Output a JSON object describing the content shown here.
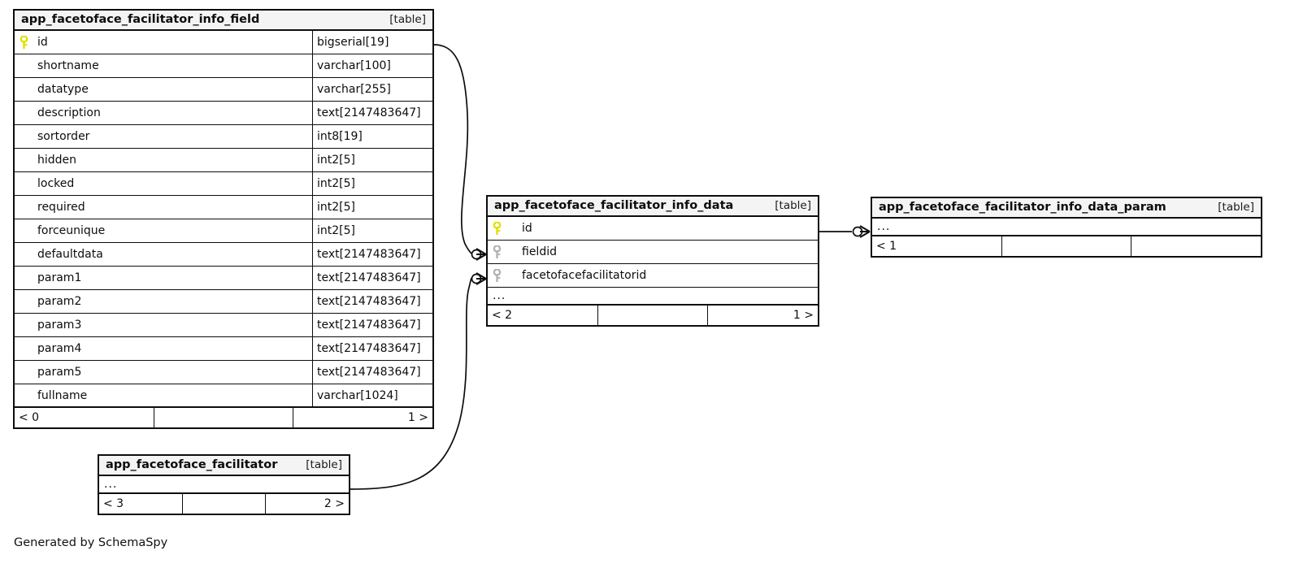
{
  "diagram": {
    "caption": "Generated by SchemaSpy",
    "table_tag": "[table]",
    "ellipsis": "...",
    "key_icon_primary": "key-icon-primary",
    "key_icon_foreign": "key-icon-foreign"
  },
  "tables": {
    "info_field": {
      "name": "app_facetoface_facilitator_info_field",
      "tag": "[table]",
      "columns": [
        {
          "key": "primary",
          "name": "id",
          "type": "bigserial[19]"
        },
        {
          "key": "none",
          "name": "shortname",
          "type": "varchar[100]"
        },
        {
          "key": "none",
          "name": "datatype",
          "type": "varchar[255]"
        },
        {
          "key": "none",
          "name": "description",
          "type": "text[2147483647]"
        },
        {
          "key": "none",
          "name": "sortorder",
          "type": "int8[19]"
        },
        {
          "key": "none",
          "name": "hidden",
          "type": "int2[5]"
        },
        {
          "key": "none",
          "name": "locked",
          "type": "int2[5]"
        },
        {
          "key": "none",
          "name": "required",
          "type": "int2[5]"
        },
        {
          "key": "none",
          "name": "forceunique",
          "type": "int2[5]"
        },
        {
          "key": "none",
          "name": "defaultdata",
          "type": "text[2147483647]"
        },
        {
          "key": "none",
          "name": "param1",
          "type": "text[2147483647]"
        },
        {
          "key": "none",
          "name": "param2",
          "type": "text[2147483647]"
        },
        {
          "key": "none",
          "name": "param3",
          "type": "text[2147483647]"
        },
        {
          "key": "none",
          "name": "param4",
          "type": "text[2147483647]"
        },
        {
          "key": "none",
          "name": "param5",
          "type": "text[2147483647]"
        },
        {
          "key": "none",
          "name": "fullname",
          "type": "varchar[1024]"
        }
      ],
      "footer": {
        "left": "< 0",
        "mid": "",
        "right": "1 >"
      }
    },
    "info_data": {
      "name": "app_facetoface_facilitator_info_data",
      "tag": "[table]",
      "columns": [
        {
          "key": "primary",
          "name": "id",
          "type": ""
        },
        {
          "key": "foreign",
          "name": "fieldid",
          "type": ""
        },
        {
          "key": "foreign",
          "name": "facetofacefacilitatorid",
          "type": ""
        }
      ],
      "has_ellipsis_row": true,
      "footer": {
        "left": "< 2",
        "mid": "",
        "right": "1 >"
      }
    },
    "info_data_param": {
      "name": "app_facetoface_facilitator_info_data_param",
      "tag": "[table]",
      "columns": [],
      "has_ellipsis_row": true,
      "footer": {
        "left": "< 1",
        "mid": "",
        "right": ""
      }
    },
    "facilitator": {
      "name": "app_facetoface_facilitator",
      "tag": "[table]",
      "columns": [],
      "has_ellipsis_row": true,
      "footer": {
        "left": "< 3",
        "mid": "",
        "right": "2 >"
      }
    }
  },
  "relationships": [
    {
      "name": "info-field-id-to-info-data-fieldid",
      "from": "app_facetoface_facilitator_info_field.id",
      "to": "app_facetoface_facilitator_info_data.fieldid"
    },
    {
      "name": "facilitator-to-info-data-facetofacefacilitatorid",
      "from": "app_facetoface_facilitator",
      "to": "app_facetoface_facilitator_info_data.facetofacefacilitatorid"
    },
    {
      "name": "info-data-id-to-info-data-param",
      "from": "app_facetoface_facilitator_info_data.id",
      "to": "app_facetoface_facilitator_info_data_param"
    }
  ],
  "colors": {
    "primary_key": "#e8e800",
    "foreign_key": "#b3b3b3",
    "border": "#0d0d0d",
    "header_bg": "#f4f4f4",
    "background": "#ffffff"
  }
}
